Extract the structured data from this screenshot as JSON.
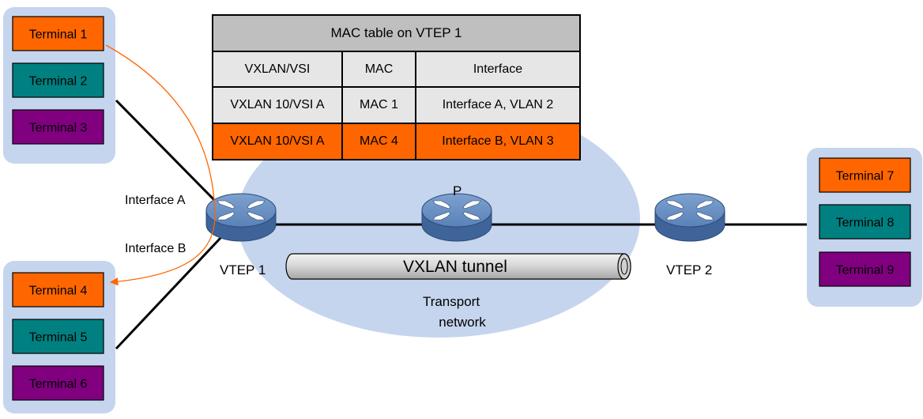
{
  "mac_table": {
    "title": "MAC table on VTEP 1",
    "columns": [
      "VXLAN/VSI",
      "MAC",
      "Interface"
    ],
    "rows": [
      {
        "vsi": "VXLAN 10/VSI A",
        "mac": "MAC 1",
        "interface": "Interface A, VLAN 2",
        "highlight": false
      },
      {
        "vsi": "VXLAN 10/VSI A",
        "mac": "MAC 4",
        "interface": "Interface B, VLAN 3",
        "highlight": true
      }
    ]
  },
  "terminals": {
    "group1": [
      "Terminal 1",
      "Terminal 2",
      "Terminal 3"
    ],
    "group2": [
      "Terminal 4",
      "Terminal 5",
      "Terminal 6"
    ],
    "group3": [
      "Terminal 7",
      "Terminal 8",
      "Terminal 9"
    ]
  },
  "devices": {
    "vtep1": "VTEP 1",
    "p": "P",
    "vtep2": "VTEP 2"
  },
  "labels": {
    "interface_a": "Interface A",
    "interface_b": "Interface B",
    "tunnel": "VXLAN tunnel",
    "transport_line1": "Transport",
    "transport_line2": "network"
  },
  "colors": {
    "orange": "#ff6600",
    "teal": "#008080",
    "purple": "#800080",
    "panel": "#c5d5ee",
    "network": "#c5d5ee",
    "router": "#4f76ad",
    "highlight_row": "#ff6600"
  }
}
